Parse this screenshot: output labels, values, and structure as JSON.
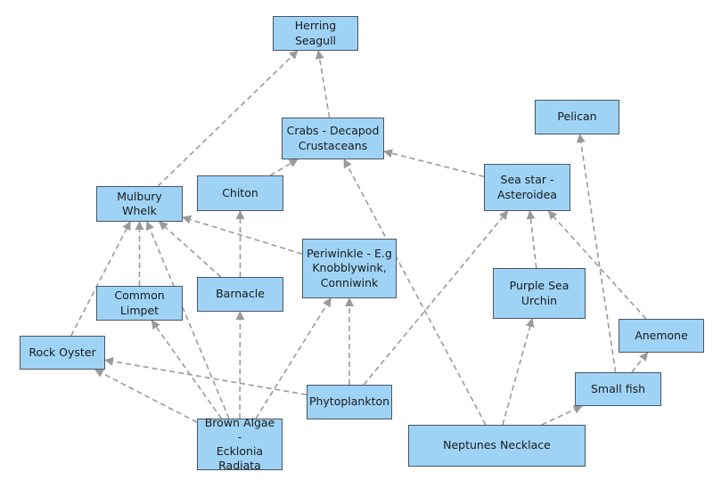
{
  "diagram": {
    "type": "food-web",
    "style": {
      "node_fill": "#9fd3f6",
      "node_border": "#4a5560",
      "edge_color": "#9a9a9a",
      "edge_style": "dashed"
    },
    "nodes": {
      "herring_seagull": {
        "label": "Herring\nSeagull"
      },
      "crabs": {
        "label": "Crabs - Decapod\nCrustaceans"
      },
      "pelican": {
        "label": "Pelican"
      },
      "chiton": {
        "label": "Chiton"
      },
      "mulbury_whelk": {
        "label": "Mulbury\nWhelk"
      },
      "sea_star": {
        "label": "Sea star -\nAsteroidea"
      },
      "periwinkle": {
        "label": "Periwinkle - E.g\nKnobblywink,\nConniwink"
      },
      "common_limpet": {
        "label": "Common\nLimpet"
      },
      "barnacle": {
        "label": "Barnacle"
      },
      "purple_sea_urchin": {
        "label": "Purple Sea\nUrchin"
      },
      "rock_oyster": {
        "label": "Rock Oyster"
      },
      "anemone": {
        "label": "Anemone"
      },
      "small_fish": {
        "label": "Small fish"
      },
      "phytoplankton": {
        "label": "Phytoplankton"
      },
      "brown_algae": {
        "label": "Brown Algae -\nEcklonia\nRadiata"
      },
      "neptunes_necklace": {
        "label": "Neptunes Necklace"
      }
    },
    "edges": [
      {
        "from": "mulbury_whelk",
        "to": "herring_seagull"
      },
      {
        "from": "crabs",
        "to": "herring_seagull"
      },
      {
        "from": "chiton",
        "to": "crabs"
      },
      {
        "from": "sea_star",
        "to": "crabs"
      },
      {
        "from": "neptunes_necklace",
        "to": "crabs"
      },
      {
        "from": "common_limpet",
        "to": "mulbury_whelk"
      },
      {
        "from": "barnacle",
        "to": "mulbury_whelk"
      },
      {
        "from": "periwinkle",
        "to": "mulbury_whelk"
      },
      {
        "from": "rock_oyster",
        "to": "mulbury_whelk"
      },
      {
        "from": "brown_algae",
        "to": "mulbury_whelk"
      },
      {
        "from": "barnacle",
        "to": "chiton"
      },
      {
        "from": "brown_algae",
        "to": "common_limpet"
      },
      {
        "from": "brown_algae",
        "to": "barnacle"
      },
      {
        "from": "brown_algae",
        "to": "periwinkle"
      },
      {
        "from": "brown_algae",
        "to": "rock_oyster"
      },
      {
        "from": "phytoplankton",
        "to": "rock_oyster"
      },
      {
        "from": "phytoplankton",
        "to": "periwinkle"
      },
      {
        "from": "phytoplankton",
        "to": "sea_star"
      },
      {
        "from": "purple_sea_urchin",
        "to": "sea_star"
      },
      {
        "from": "anemone",
        "to": "sea_star"
      },
      {
        "from": "neptunes_necklace",
        "to": "purple_sea_urchin"
      },
      {
        "from": "neptunes_necklace",
        "to": "small_fish"
      },
      {
        "from": "small_fish",
        "to": "anemone"
      },
      {
        "from": "small_fish",
        "to": "pelican"
      }
    ]
  }
}
